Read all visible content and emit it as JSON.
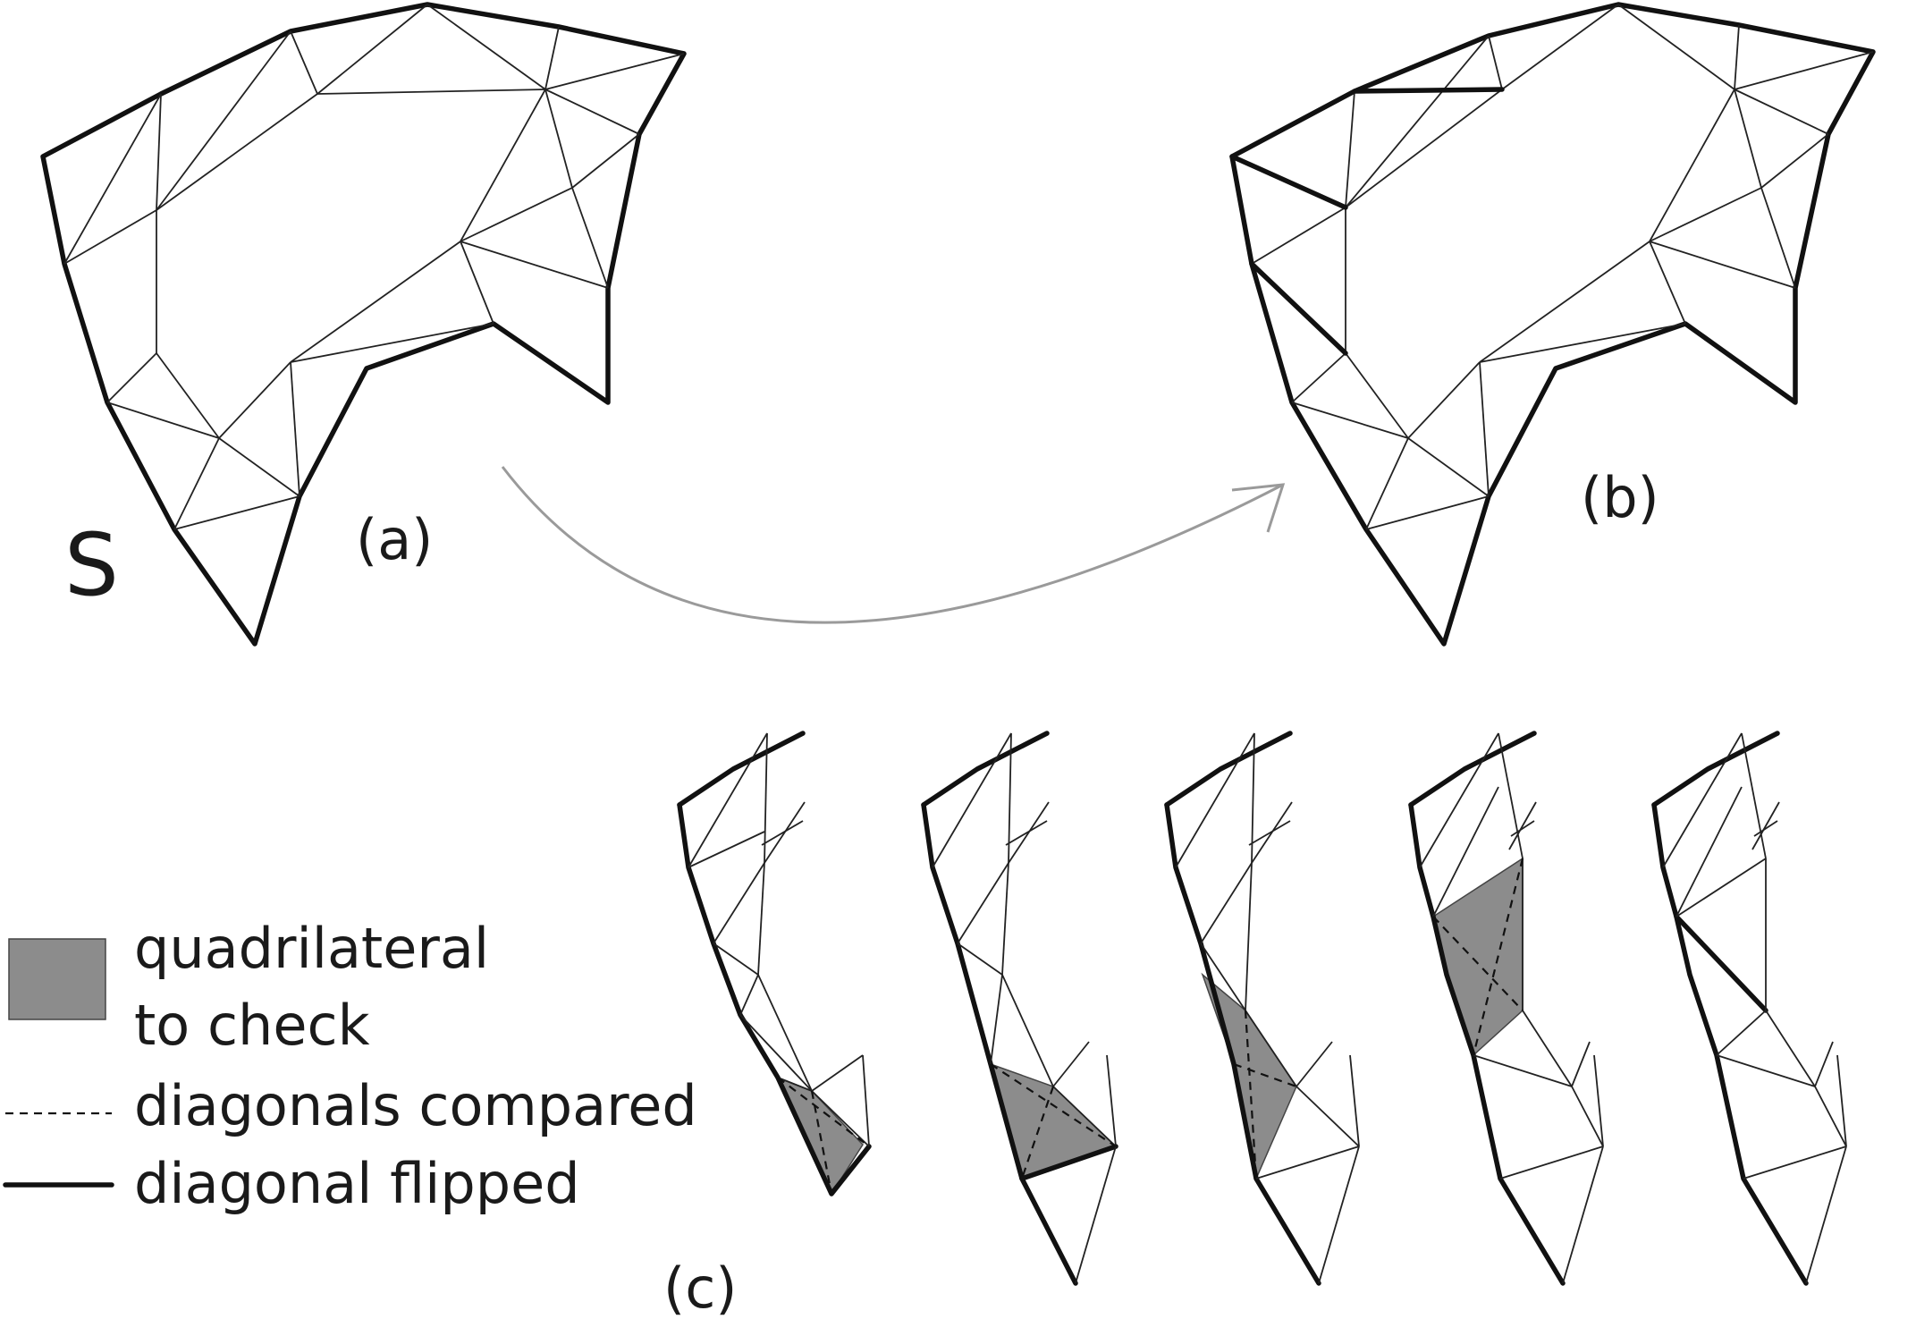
{
  "labels": {
    "surface": "S",
    "panel_a": "(a)",
    "panel_b": "(b)",
    "panel_c": "(c)"
  },
  "legend": {
    "quad_line1": "quadrilateral",
    "quad_line2": "to check",
    "dashed": "diagonals compared",
    "solid": "diagonal flipped"
  },
  "colors": {
    "quadrilateral_fill": "#8c8c8c",
    "edge": "#111111",
    "arrow": "#9a9a9a"
  }
}
